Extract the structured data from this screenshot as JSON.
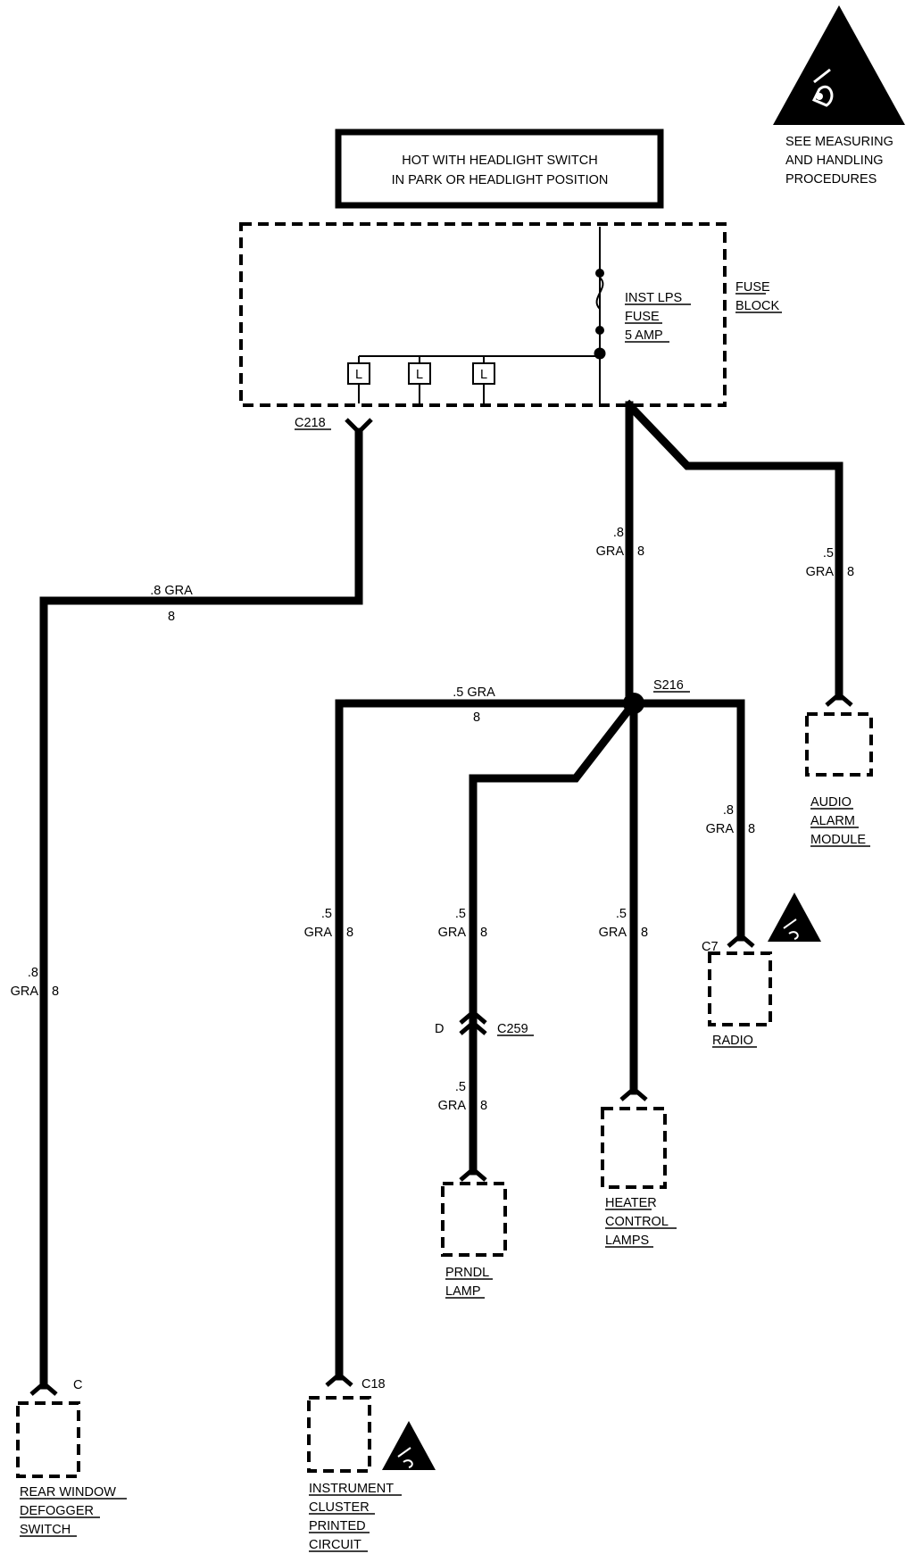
{
  "esd_notice": {
    "line1": "SEE MEASURING",
    "line2": "AND HANDLING",
    "line3": "PROCEDURES"
  },
  "hot_box": {
    "line1": "HOT WITH HEADLIGHT SWITCH",
    "line2": "IN PARK OR HEADLIGHT POSITION"
  },
  "fuse_block": {
    "label_line1": "FUSE",
    "label_line2": "BLOCK",
    "fuse_line1": "INST LPS",
    "fuse_line2": "FUSE",
    "fuse_line3": "5 AMP",
    "lamp_symbol": "L"
  },
  "connectors": {
    "c218": "C218",
    "s216": "S216",
    "c259": "C259",
    "c259_pin": "D",
    "c7": "C7",
    "c18": "C18",
    "c_rear": "C"
  },
  "wires": {
    "size_08": ".8",
    "size_05": ".5",
    "color": "GRA",
    "circuit": "8",
    "defogger_horizontal": ".8 GRA",
    "cluster_horizontal": ".5 GRA"
  },
  "components": {
    "audio_line1": "AUDIO",
    "audio_line2": "ALARM",
    "audio_line3": "MODULE",
    "radio": "RADIO",
    "heater_line1": "HEATER",
    "heater_line2": "CONTROL",
    "heater_line3": "LAMPS",
    "prndl_line1": "PRNDL",
    "prndl_line2": "LAMP",
    "rear_line1": "REAR WINDOW",
    "rear_line2": "DEFOGGER",
    "rear_line3": "SWITCH",
    "cluster_line1": "INSTRUMENT",
    "cluster_line2": "CLUSTER",
    "cluster_line3": "PRINTED",
    "cluster_line4": "CIRCUIT"
  }
}
